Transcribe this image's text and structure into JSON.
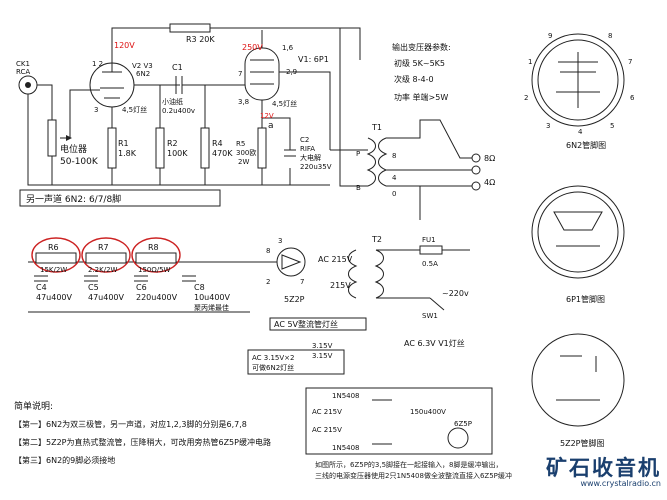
{
  "labels": {
    "ck1": "CK1",
    "rca": "RCA",
    "b120": "120V",
    "b250": "250V",
    "r3": "R3 20K",
    "v2": "V2 V3",
    "v2type": "6N2",
    "v1": "V1: 6P1",
    "c1": "C1",
    "c1a": "小油纸",
    "c1b": "0.2u400v",
    "pot": "电位器",
    "potval": "50-100K",
    "r1": "R1",
    "r1v": "1.8K",
    "r2": "R2",
    "r2v": "100K",
    "r4": "R4",
    "r4v": "470K",
    "r5": "R5",
    "r5v": "300欧",
    "r5w": "2W",
    "c2": "C2",
    "c2a": "RIFA",
    "c2b": "大电解",
    "c2c": "220u35V",
    "h45a": "4,5灯丝",
    "h45b": "4,5灯丝",
    "v12": "12V",
    "pins_a": "1  2",
    "pins_b": "3",
    "pins_c": "7",
    "pins_d": "1,6",
    "pins_e": "2,9",
    "pins_f": "3,8",
    "pins_g": "a",
    "other": "另一声道   6N2: 6/7/8脚",
    "ot_title": "输出变压器参数:",
    "ot_p": "初级  5K~5K5",
    "ot_s": "次级  8-4-0",
    "ot_w": "功率  单端>5W",
    "t1": "T1",
    "tp": "P",
    "tb": "B",
    "o8": "8Ω",
    "o4": "4Ω",
    "s8": "8",
    "s4": "4",
    "s0": "0",
    "r6": "R6",
    "r6v": "15K/2W",
    "r7": "R7",
    "r7v": "2.2K/2W",
    "r8": "R8",
    "r8v": "150Ω/5W",
    "c4": "C4",
    "c4v": "47u400V",
    "c5": "C5",
    "c5v": "47u400V",
    "c6": "C6",
    "c6v": "220u400V",
    "c8": "C8",
    "c8v": "10u400V",
    "c8n": "聚丙烯最佳",
    "n8": "8",
    "n3": "3",
    "n2": "2",
    "n7": "7",
    "t2": "T2",
    "ac215a": "AC 215V",
    "ac215b": "215V",
    "fu1": "FU1",
    "fu1v": "0.5A",
    "mains": "~220v",
    "sw1": "SW1",
    "z5": "5Z2P",
    "ac5v": "AC 5V整流管灯丝",
    "ac63": "AC 6.3V V1灯丝",
    "ac315": "AC 3.15V×2",
    "ac315a": "3.15V",
    "ac315b": "3.15V",
    "ac315n": "可做6N2灯丝",
    "in1": "1N5408",
    "in2": "1N5408",
    "ac215c": "AC 215V",
    "ac215d": "AC 215V",
    "cap150": "150u400V",
    "z5b": "6Z5P",
    "n6n2": "6N2管脚图",
    "n6p1": "6P1管脚图",
    "n5z2p": "5Z2P管脚图",
    "p1": "1",
    "p2": "2",
    "p3": "3",
    "p4": "4",
    "p5": "5",
    "p6": "6",
    "p7": "7",
    "p8": "8",
    "p9": "9"
  },
  "notes": {
    "title": "简单说明:",
    "l1": "【第一】6N2为双三极管，另一声道，对应1,2,3脚的分别是6,7,8",
    "l2": "【第二】5Z2P为直热式整流管，压降稍大，可改用旁热管6Z5P缓冲电路",
    "l3": "【第三】6N2的9脚必须接地"
  },
  "footnote": {
    "l1": "如图所示，6Z5P的3,5脚接在一起接输入，8脚是缓冲输出，",
    "l2": "三线的电源变压器使用2只1N5408做全波整流直接入6Z5P缓冲"
  },
  "watermark": {
    "brand": "矿石收音机",
    "url": "www.crystalradio.cn"
  }
}
